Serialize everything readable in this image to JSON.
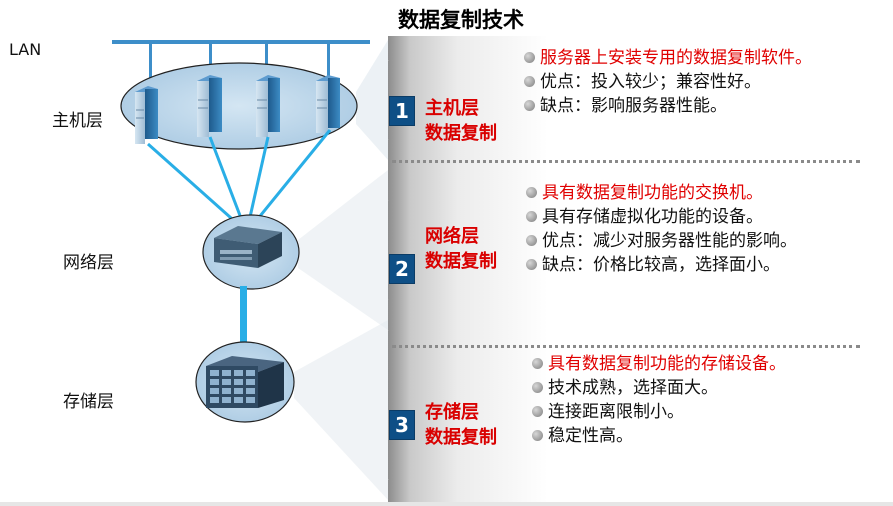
{
  "title": "数据复制技术",
  "lan_label": "LAN",
  "layers": [
    {
      "number": "1",
      "name": "主机层",
      "title_line1": "主机层",
      "title_line2": "数据复制",
      "bullets": [
        {
          "text": "服务器上安装专用的数据复制软件。",
          "highlight": true
        },
        {
          "text": "优点：投入较少；兼容性好。",
          "highlight": false
        },
        {
          "text": "缺点：影响服务器性能。",
          "highlight": false
        }
      ]
    },
    {
      "number": "2",
      "name": "网络层",
      "title_line1": "网络层",
      "title_line2": "数据复制",
      "bullets": [
        {
          "text": "具有数据复制功能的交换机。",
          "highlight": true
        },
        {
          "text": "具有存储虚拟化功能的设备。",
          "highlight": false
        },
        {
          "text": "优点：减少对服务器性能的影响。",
          "highlight": false
        },
        {
          "text": "缺点：价格比较高，选择面小。",
          "highlight": false
        }
      ]
    },
    {
      "number": "3",
      "name": "存储层",
      "title_line1": "存储层",
      "title_line2": "数据复制",
      "bullets": [
        {
          "text": "具有数据复制功能的存储设备。",
          "highlight": true
        },
        {
          "text": "技术成熟，选择面大。",
          "highlight": false
        },
        {
          "text": "连接距离限制小。",
          "highlight": false
        },
        {
          "text": "稳定性高。",
          "highlight": false
        }
      ]
    }
  ],
  "colors": {
    "accent_red": "#d90000",
    "number_box": "#0e4f86",
    "link_cyan": "#29aee6",
    "lan_bus": "#3d8ec9"
  }
}
